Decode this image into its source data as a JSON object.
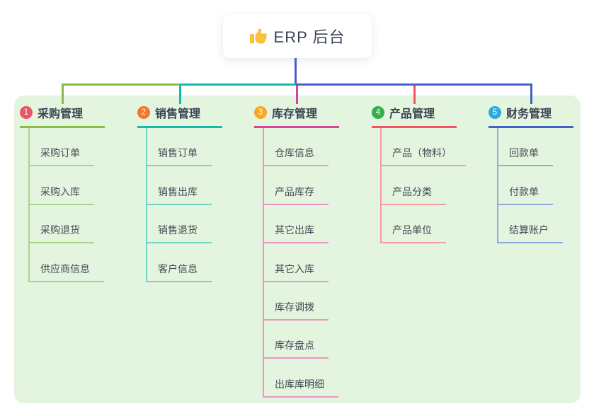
{
  "root": {
    "title": "ERP 后台",
    "icon": "thumbs-up-icon",
    "icon_color": "#f9c23c"
  },
  "connectors": {
    "trunk_color": "#4a60c8"
  },
  "panel": {
    "background": "#e4f5df"
  },
  "branches": [
    {
      "badge": "1",
      "title": "采购管理",
      "badge_color": "#ec5565",
      "line_color": "#86bc44",
      "child_line_color": "#a9d486",
      "children": [
        "采购订单",
        "采购入库",
        "采购退货",
        "供应商信息"
      ]
    },
    {
      "badge": "2",
      "title": "销售管理",
      "badge_color": "#f4752e",
      "line_color": "#19b9a8",
      "child_line_color": "#73d2c4",
      "children": [
        "销售订单",
        "销售出库",
        "销售退货",
        "客户信息"
      ]
    },
    {
      "badge": "3",
      "title": "库存管理",
      "badge_color": "#f6a723",
      "line_color": "#d8439a",
      "child_line_color": "#ef93c5",
      "children": [
        "仓库信息",
        "产品库存",
        "其它出库",
        "其它入库",
        "库存调拨",
        "库存盘点",
        "出库库明细"
      ]
    },
    {
      "badge": "4",
      "title": "产品管理",
      "badge_color": "#32b04b",
      "line_color": "#f2535f",
      "child_line_color": "#f79ca1",
      "children": [
        "产品（物料）",
        "产品分类",
        "产品单位"
      ]
    },
    {
      "badge": "5",
      "title": "财务管理",
      "badge_color": "#2caae2",
      "line_color": "#4061c6",
      "child_line_color": "#92a7de",
      "children": [
        "回款单",
        "付款单",
        "结算账户"
      ]
    }
  ]
}
